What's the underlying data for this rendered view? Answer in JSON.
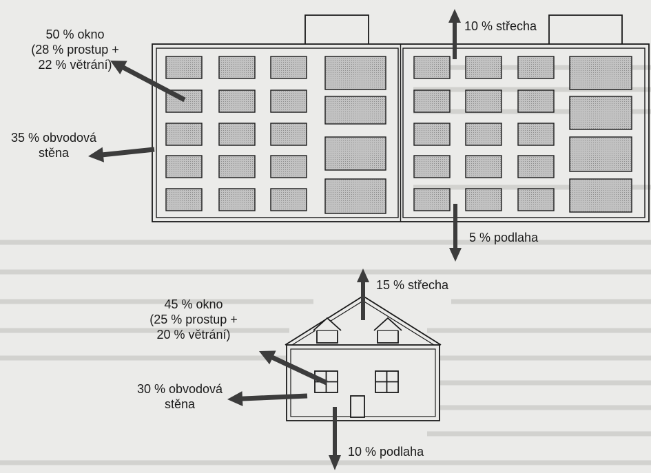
{
  "colors": {
    "background": "#ebebe9",
    "ink": "#1a1a1a",
    "arrow": "#3c3c3c",
    "window_fill": "#bdbdbd"
  },
  "block_building": {
    "roof": "10 % střecha",
    "floor": "5 % podlaha",
    "window": [
      "50 % okno",
      "(28 % prostup +",
      "22 % větrání)"
    ],
    "wall": [
      "35 % obvodová",
      "stěna"
    ]
  },
  "family_house": {
    "roof": "15 % střecha",
    "window": [
      "45 % okno",
      "(25 % prostup +",
      "20 % větrání)"
    ],
    "wall": [
      "30 % obvodová",
      "stěna"
    ],
    "floor": "10 % podlaha"
  }
}
